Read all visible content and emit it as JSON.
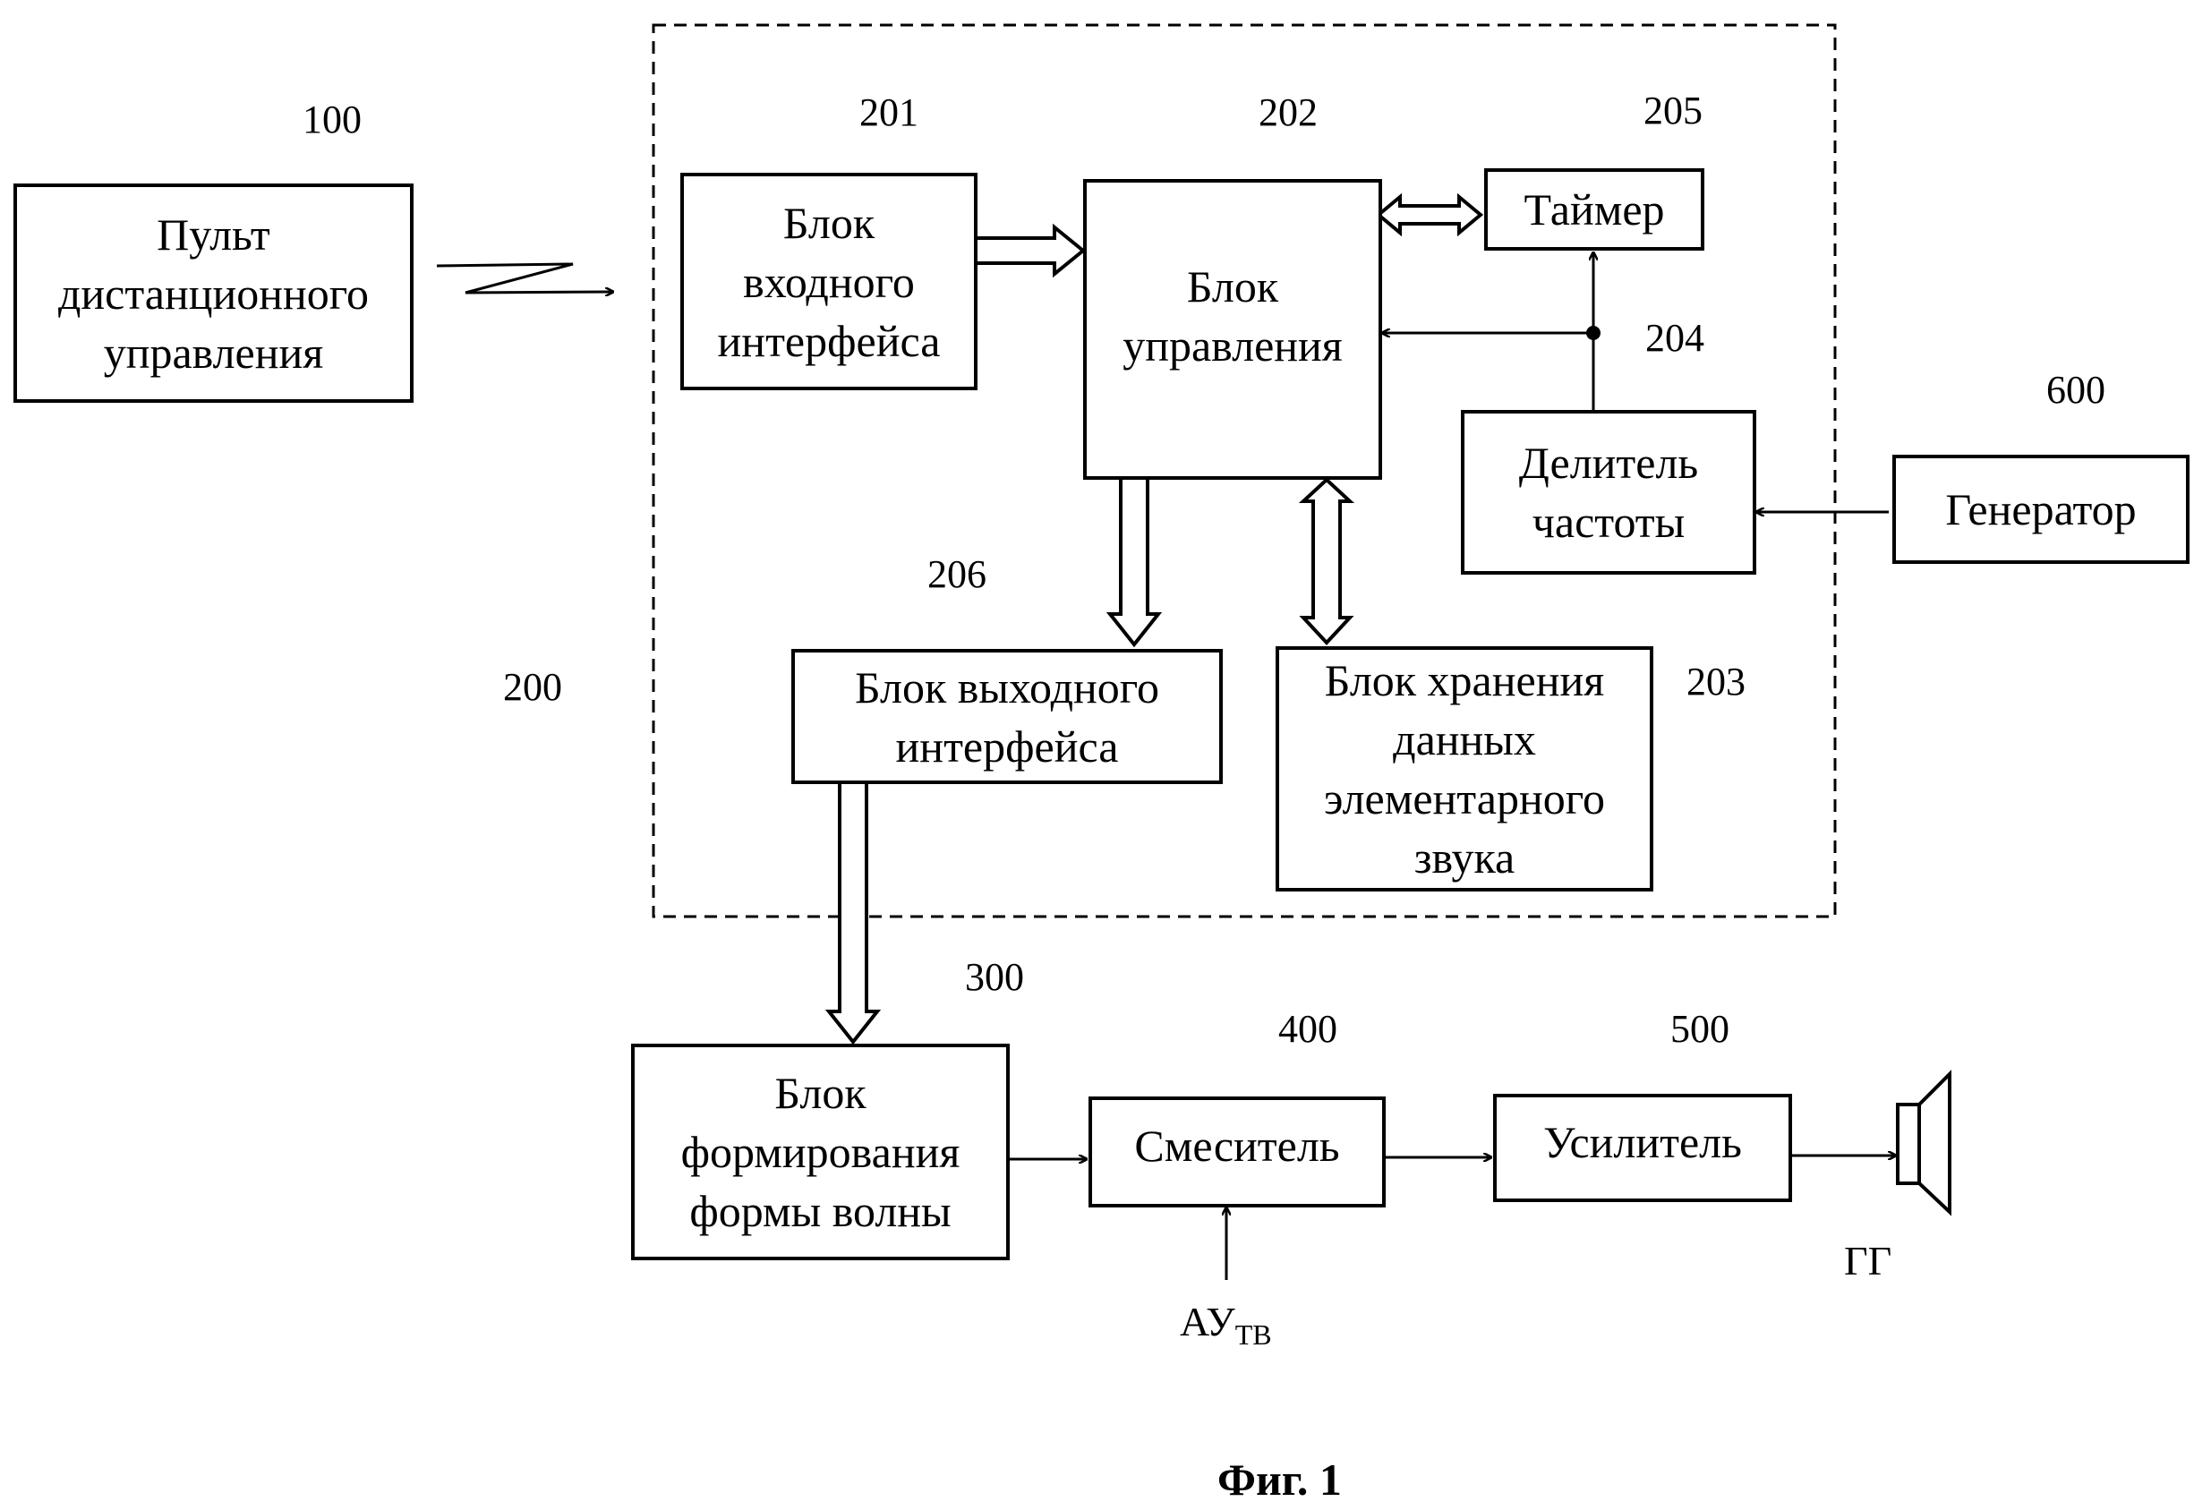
{
  "blocks": {
    "remote": {
      "label": "Пульт\nдистанционного\nуправления",
      "num": "100"
    },
    "input_if": {
      "label": "Блок\nвходного\nинтерфейса",
      "num": "201"
    },
    "control": {
      "label": "Блок\nуправления",
      "num": "202"
    },
    "storage": {
      "label": "Блок хранения\nданных\nэлементарного\nзвука",
      "num": "203"
    },
    "divider": {
      "label": "Делитель\nчастоты",
      "num": "204"
    },
    "timer": {
      "label": "Таймер",
      "num": "205"
    },
    "output_if": {
      "label": "Блок выходного\nинтерфейса",
      "num": "206"
    },
    "waveform": {
      "label": "Блок\nформирования\nформы волны",
      "num": "300"
    },
    "mixer": {
      "label": "Смеситель",
      "num": "400"
    },
    "amplifier": {
      "label": "Усилитель",
      "num": "500"
    },
    "generator": {
      "label": "Генератор",
      "num": "600"
    }
  },
  "group_num": "200",
  "signal_au": "АУ",
  "signal_au_sub": "ТВ",
  "speaker_label": "ГГ",
  "caption": "Фиг. 1"
}
